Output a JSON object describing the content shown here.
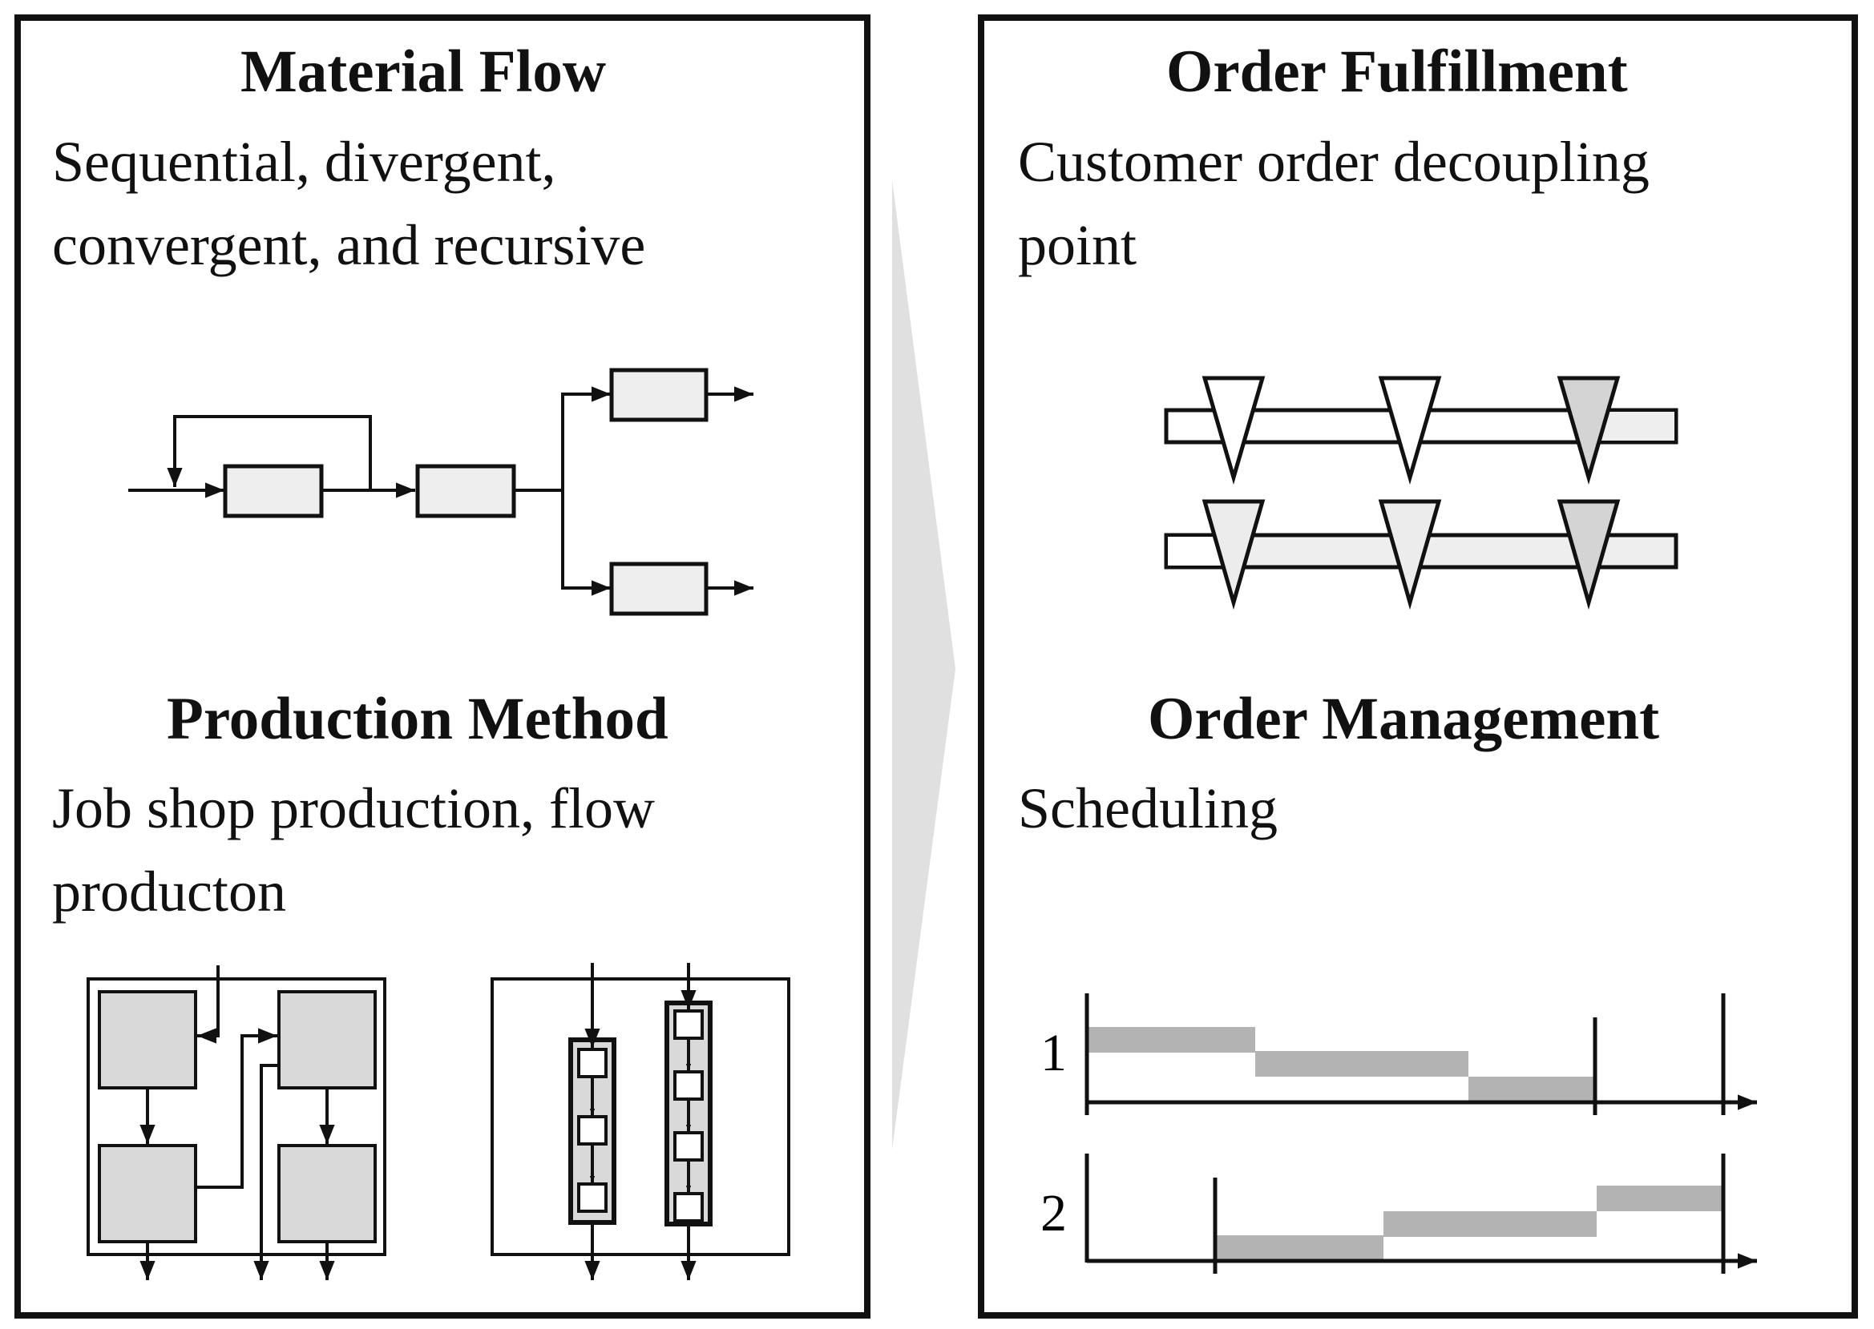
{
  "left_panel": {
    "material_flow": {
      "title": "Material Flow",
      "description": [
        "Sequential, divergent,",
        "convergent, and recursive"
      ]
    },
    "production_method": {
      "title": "Production Method",
      "description": [
        "Job shop production, flow",
        "producton"
      ]
    }
  },
  "right_panel": {
    "order_fulfillment": {
      "title": "Order Fulfillment",
      "description": [
        "Customer order decoupling",
        "point"
      ]
    },
    "order_management": {
      "title": "Order Management",
      "description": [
        "Scheduling"
      ],
      "rows": [
        "1",
        "2"
      ]
    }
  },
  "colors": {
    "border": "#111111",
    "box_fill": "#eeeeee",
    "machine_fill": "#d9d9d9",
    "bar_fill": "#b3b3b3",
    "chevron": "#e0e0e0",
    "triangle_dark": "#d4d4d4"
  }
}
